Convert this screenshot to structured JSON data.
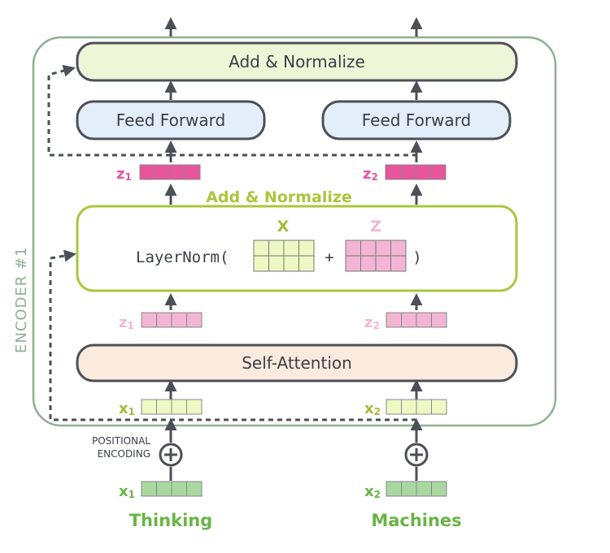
{
  "encoder": {
    "label": "ENCODER #1",
    "border_color": "#8fb08f"
  },
  "blocks": {
    "add_normalize_top": "Add & Normalize",
    "feed_forward_left": "Feed Forward",
    "feed_forward_right": "Feed Forward",
    "add_normalize_mid": "Add & Normalize",
    "layernorm_prefix": "LayerNorm(",
    "layernorm_plus": "+",
    "layernorm_suffix": ")",
    "self_attention": "Self-Attention"
  },
  "matrix_labels": {
    "x": "X",
    "z": "Z"
  },
  "vectors": {
    "z1_top": {
      "base": "z",
      "sub": "1"
    },
    "z2_top": {
      "base": "z",
      "sub": "2"
    },
    "z1_mid": {
      "base": "z",
      "sub": "1"
    },
    "z2_mid": {
      "base": "z",
      "sub": "2"
    },
    "x1_enc": {
      "base": "x",
      "sub": "1"
    },
    "x2_enc": {
      "base": "x",
      "sub": "2"
    },
    "x1_in": {
      "base": "x",
      "sub": "1"
    },
    "x2_in": {
      "base": "x",
      "sub": "2"
    }
  },
  "positional_encoding": {
    "line1": "POSITIONAL",
    "line2": "ENCODING"
  },
  "words": {
    "left": "Thinking",
    "right": "Machines"
  },
  "colors": {
    "add_norm_fill": "#eef6d8",
    "feed_forward_fill": "#e3eefa",
    "self_attention_fill": "#fbeade",
    "box_stroke": "#4b5058",
    "layernorm_stroke": "#a8c73c",
    "dark_pink": "#e8559b",
    "light_pink": "#f2b5d3",
    "yellow_green": "#eef8c4",
    "green": "#a8d8a0",
    "word_green": "#6ab446",
    "arrow": "#4b5058"
  }
}
